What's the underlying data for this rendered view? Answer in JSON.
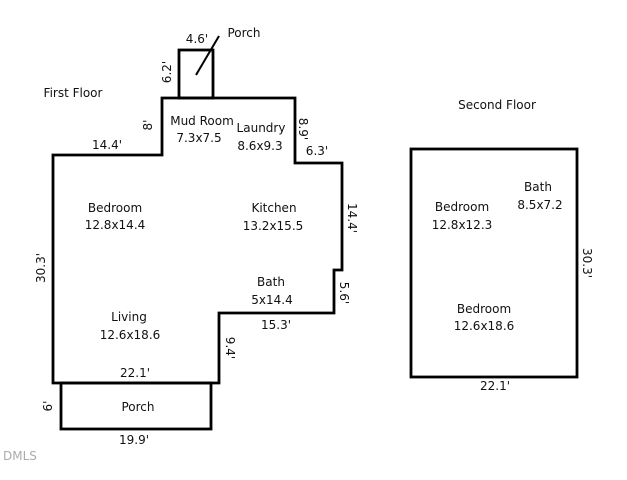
{
  "watermark": "DMLS",
  "first_floor": {
    "title": "First Floor",
    "rooms": {
      "porch_top": {
        "name": "Porch"
      },
      "mud_room": {
        "name": "Mud Room",
        "size": "7.3x7.5"
      },
      "laundry": {
        "name": "Laundry",
        "size": "8.6x9.3"
      },
      "bedroom": {
        "name": "Bedroom",
        "size": "12.8x14.4"
      },
      "kitchen": {
        "name": "Kitchen",
        "size": "13.2x15.5"
      },
      "bath": {
        "name": "Bath",
        "size": "5x14.4"
      },
      "living": {
        "name": "Living",
        "size": "12.6x18.6"
      },
      "porch_bottom": {
        "name": "Porch"
      }
    },
    "dimensions": {
      "porch_top_width": "4.6'",
      "porch_top_height": "6.2'",
      "mudroom_left": "8'",
      "top_left": "14.4'",
      "laundry_right": "8.9'",
      "kitchen_top": "6.3'",
      "kitchen_right": "14.4'",
      "left_side": "30.3'",
      "bath_right": "5.6'",
      "bath_bottom": "15.3'",
      "living_right": "9.4'",
      "living_bottom": "22.1'",
      "porch_bottom_left": "6'",
      "porch_bottom_width": "19.9'"
    }
  },
  "second_floor": {
    "title": "Second Floor",
    "rooms": {
      "bath": {
        "name": "Bath",
        "size": "8.5x7.2"
      },
      "bedroom_upper": {
        "name": "Bedroom",
        "size": "12.8x12.3"
      },
      "bedroom_lower": {
        "name": "Bedroom",
        "size": "12.6x18.6"
      }
    },
    "dimensions": {
      "right_side": "30.3'",
      "bottom": "22.1'"
    }
  }
}
